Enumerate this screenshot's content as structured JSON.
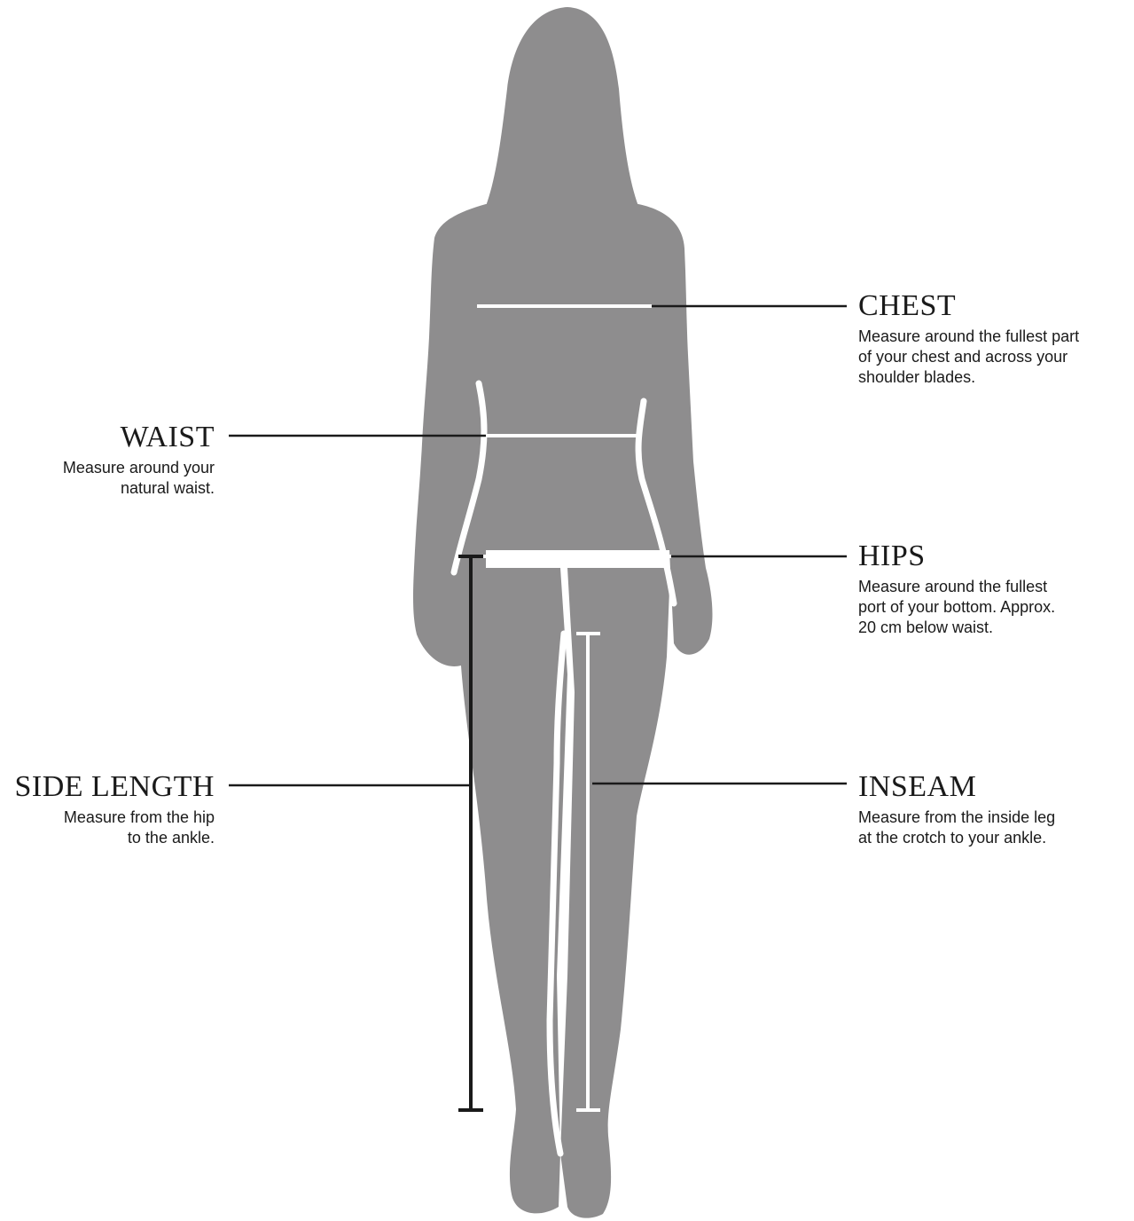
{
  "colors": {
    "silhouette": "#8e8d8e",
    "guide_line": "#1a1a1a",
    "measure_line_light": "#ffffff",
    "measure_line_dark": "#1a1a1a",
    "background": "#ffffff"
  },
  "measurements": {
    "chest": {
      "title": "CHEST",
      "description": "Measure around the fullest part\nof your chest and across your\nshoulder blades."
    },
    "waist": {
      "title": "WAIST",
      "description": "Measure around your\nnatural waist."
    },
    "hips": {
      "title": "HIPS",
      "description": "Measure around the fullest\nport of your bottom. Approx.\n20 cm below waist."
    },
    "side_length": {
      "title": "SIDE LENGTH",
      "description": "Measure from the hip\nto the ankle."
    },
    "inseam": {
      "title": "INSEAM",
      "description": "Measure from the inside leg\nat the crotch to your ankle."
    }
  }
}
